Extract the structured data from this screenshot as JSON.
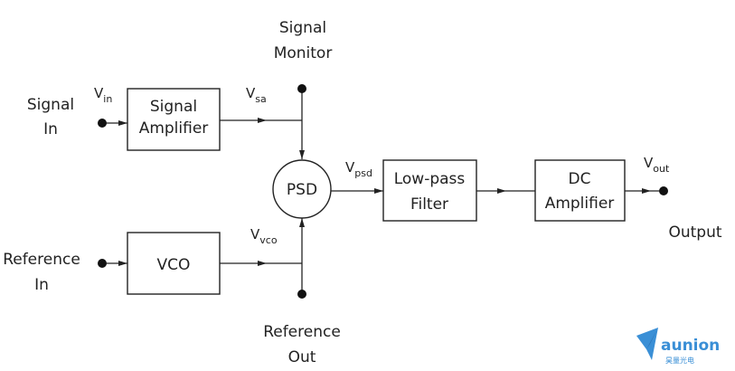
{
  "labels": {
    "signal_monitor_1": "Signal",
    "signal_monitor_2": "Monitor",
    "signal_in_1": "Signal",
    "signal_in_2": "In",
    "reference_in_1": "Reference",
    "reference_in_2": "In",
    "reference_out_1": "Reference",
    "reference_out_2": "Out",
    "output": "Output"
  },
  "voltages": {
    "vin": {
      "base": "V",
      "sub": "in"
    },
    "vsa": {
      "base": "V",
      "sub": "sa"
    },
    "vvco": {
      "base": "V",
      "sub": "vco"
    },
    "vpsd": {
      "base": "V",
      "sub": "psd"
    },
    "vout": {
      "base": "V",
      "sub": "out"
    }
  },
  "blocks": {
    "signal_amplifier_1": "Signal",
    "signal_amplifier_2": "Amplifier",
    "vco": "VCO",
    "psd": "PSD",
    "lowpass_1": "Low-pass",
    "lowpass_2": "Filter",
    "dc_amplifier_1": "DC",
    "dc_amplifier_2": "Amplifier"
  },
  "logo": {
    "name": "aunion",
    "subtitle": "昊量光电",
    "color": "#3a8fd6"
  }
}
